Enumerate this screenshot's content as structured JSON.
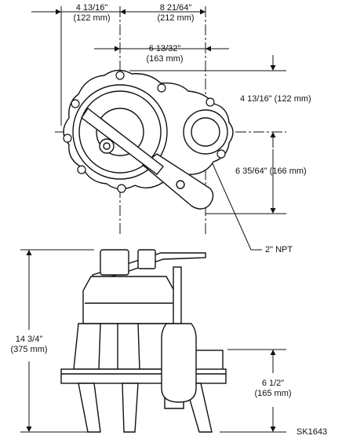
{
  "dimensions": {
    "top_width_left": {
      "imperial": "4 13/16\"",
      "metric": "(122 mm)"
    },
    "top_width_right": {
      "imperial": "8 21/64\"",
      "metric": "(212 mm)"
    },
    "center_offset": {
      "imperial": "6 13/32\"",
      "metric": "(163 mm)"
    },
    "discharge_offset": {
      "text": "4 13/16\" (122 mm)"
    },
    "base_to_arm": {
      "text": "6 35/64\" (166 mm)"
    },
    "overall_height": {
      "imperial": "14 3/4\"",
      "metric": "(375 mm)"
    },
    "inlet_height": {
      "imperial": "6 1/2\"",
      "metric": "(165 mm)"
    }
  },
  "callouts": {
    "discharge": "2\" NPT"
  },
  "drawing_id": "SK1643"
}
